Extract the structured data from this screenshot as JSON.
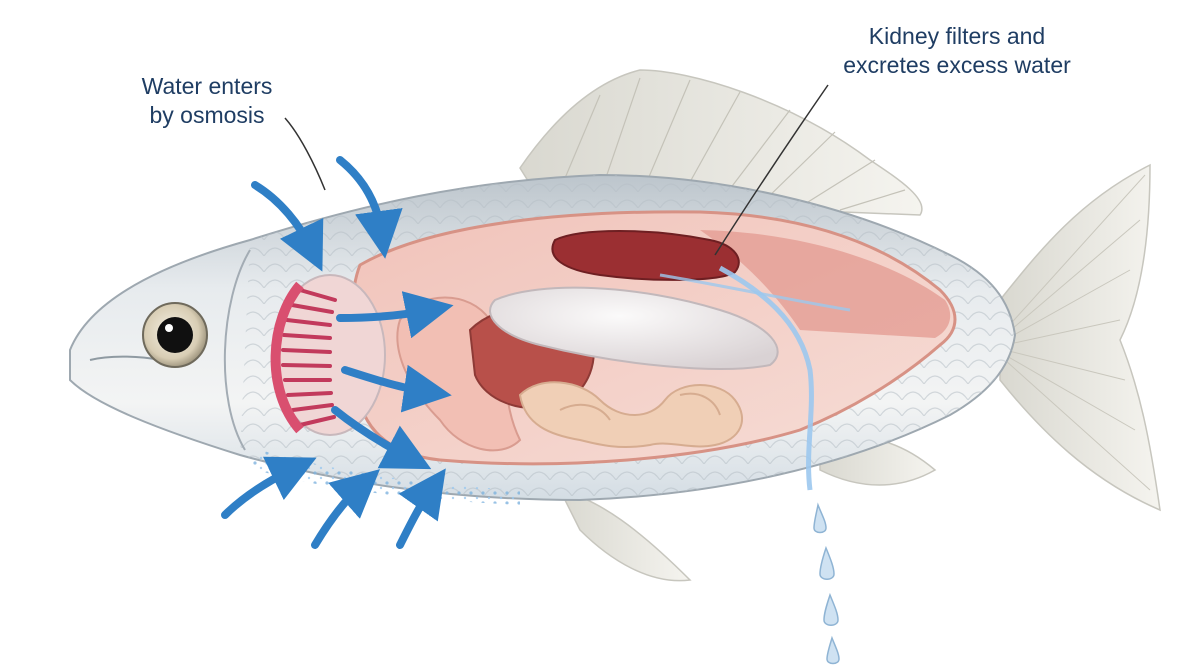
{
  "labels": {
    "osmosis": {
      "line1": "Water enters",
      "line2": "by osmosis"
    },
    "kidney": {
      "line1": "Kidney filters and",
      "line2": "excretes excess water"
    }
  },
  "colors": {
    "text": "#1f3d63",
    "arrow": "#2f7fc6",
    "arrow_light": "#9cc8ee",
    "scales": "#dfe4e8",
    "flesh": "#e9a79e",
    "cavity": "#f3cfc8",
    "gills": "#d94f6f",
    "kidney": "#9b2f32",
    "liver": "#b8504a",
    "swim_bladder": "#e8e2e4",
    "intestine": "#f0cfb6",
    "water_drop": "#cfe2f2",
    "fin": "#ecebe6",
    "leader": "#333333"
  }
}
